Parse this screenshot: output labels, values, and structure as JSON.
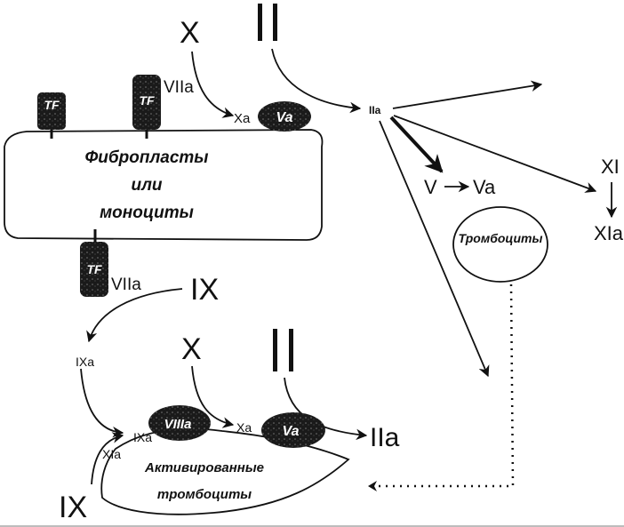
{
  "diagram": {
    "cells": {
      "fibroblasts": [
        "Фибропласты",
        "или",
        "моноциты"
      ],
      "platelets": "Тромбоциты",
      "activated_platelets": [
        "Активированные",
        "тромбоциты"
      ]
    },
    "receptors": {
      "tf": "TF",
      "viia": "VIIa"
    },
    "factors": {
      "x_top": "X",
      "ii_top": "II",
      "xa_top": "Xa",
      "va_top": "Va",
      "iia_center": "IIa",
      "v": "V",
      "va_right": "Va",
      "xi": "XI",
      "xia_right": "XIa",
      "ix_mid": "IX",
      "ixa_mid": "IXa",
      "x_bottom": "X",
      "ii_bottom": "II",
      "ixa_bottom": "IXa",
      "viiia": "VIIIa",
      "xa_bottom": "Xa",
      "va_bottom": "Va",
      "iia_bottom": "IIa",
      "xia_bottom": "XIa",
      "ix_bottom": "IX"
    }
  }
}
